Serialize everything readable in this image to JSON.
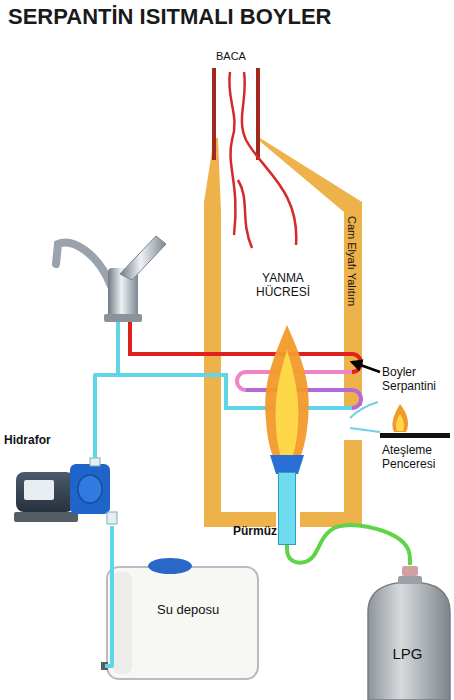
{
  "diagram": {
    "title": "SERPANTİN ISITMALI BOYLER",
    "nodes": [
      {
        "text": [
          "YANMA HÜCRESİ"
        ]
      },
      {
        "text": [
          "Hidrafor"
        ]
      },
      {
        "text": [
          "Pürmüz"
        ]
      },
      {
        "text": [
          "Su deposu"
        ]
      },
      {
        "text": [
          "LPG"
        ]
      }
    ],
    "edges": [
      {
        "from": 3,
        "to": 1,
        "arrow": "none"
      },
      {
        "from": 1,
        "to": 0,
        "arrow": "none"
      },
      {
        "from": 4,
        "to": 2,
        "arrow": "none"
      }
    ],
    "labels": [
      "BACA",
      "Cam Elyafı Yalıtım",
      "Boyler Serpantini",
      "Ateşleme Penceresi"
    ]
  }
}
